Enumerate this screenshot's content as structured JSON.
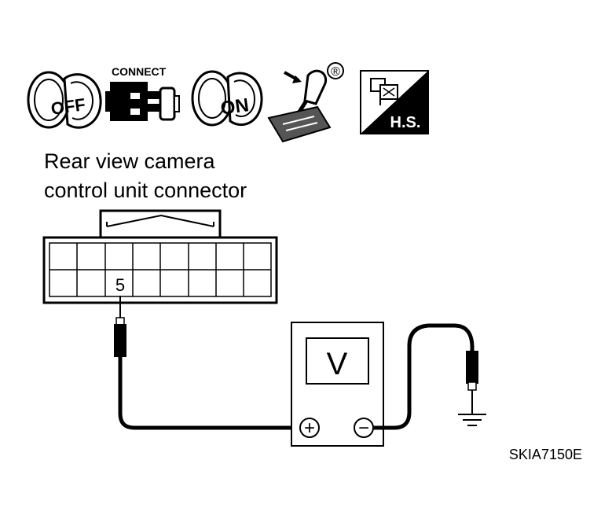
{
  "icons": {
    "ignition_off": "OFF",
    "connect": "CONNECT",
    "ignition_on": "ON",
    "registered": "®",
    "hs_badge": "H.S."
  },
  "connector": {
    "title_line1": "Rear view camera",
    "title_line2": "control unit connector",
    "terminal": "5"
  },
  "meter": {
    "display": "V",
    "plus": "+",
    "minus": "−"
  },
  "figure_code": "SKIA7150E",
  "colors": {
    "ink": "#000000",
    "paper": "#ffffff",
    "shade": "#555555"
  }
}
